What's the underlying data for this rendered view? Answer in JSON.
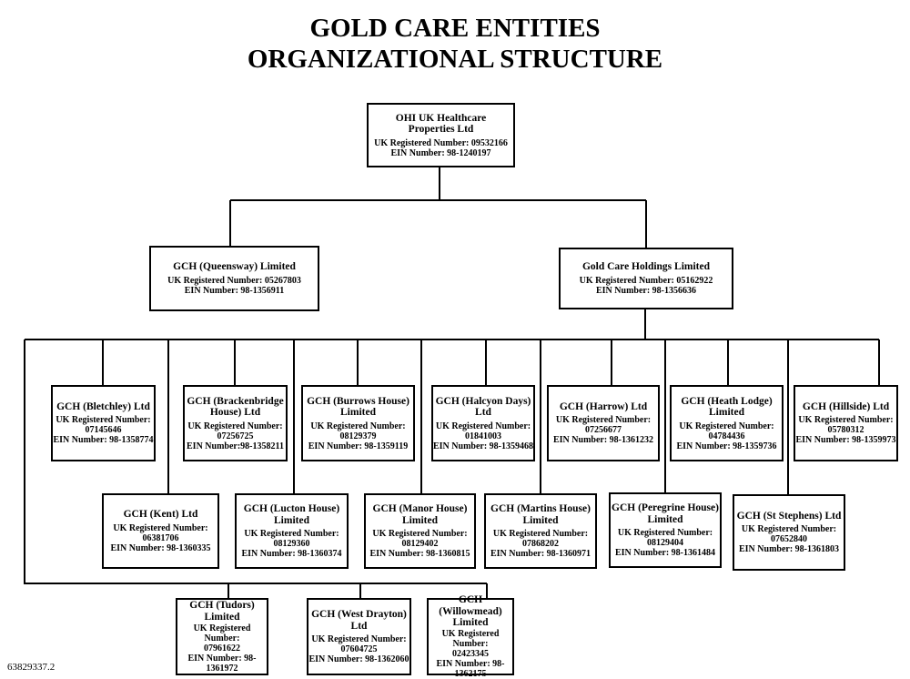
{
  "title": {
    "line1": "GOLD CARE ENTITIES",
    "line2": "ORGANIZATIONAL STRUCTURE"
  },
  "footer": "63829337.2",
  "entities": {
    "ohi": {
      "name_lines": [
        "OHI UK Healthcare",
        "Properties Ltd"
      ],
      "reg": "UK Registered Number: 09532166",
      "ein": "EIN Number: 98-1240197"
    },
    "queensway": {
      "name_lines": [
        "GCH (Queensway) Limited"
      ],
      "reg": "UK Registered Number: 05267803",
      "ein": "EIN Number: 98-1356911"
    },
    "goldcare": {
      "name_lines": [
        "Gold Care Holdings Limited"
      ],
      "reg": "UK Registered Number: 05162922",
      "ein": "EIN Number: 98-1356636"
    },
    "bletchley": {
      "name_lines": [
        "GCH (Bletchley) Ltd"
      ],
      "reg_label": "UK Registered Number:",
      "reg_number": "07145646",
      "ein": "EIN Number: 98-1358774"
    },
    "brackenbridge": {
      "name_lines": [
        "GCH (Brackenbridge",
        "House) Ltd"
      ],
      "reg_label": "UK Registered Number:",
      "reg_number": "07256725",
      "ein": "EIN Number:98-1358211"
    },
    "burrows": {
      "name_lines": [
        "GCH (Burrows House)",
        "Limited"
      ],
      "reg_label": "UK Registered Number:",
      "reg_number": "08129379",
      "ein": "EIN Number: 98-1359119"
    },
    "halcyon": {
      "name_lines": [
        "GCH (Halcyon Days)",
        "Ltd"
      ],
      "reg_label": "UK Registered Number:",
      "reg_number": "01841003",
      "ein": "EIN Number: 98-1359468"
    },
    "harrow": {
      "name_lines": [
        "GCH (Harrow) Ltd"
      ],
      "reg_label": "UK Registered Number:",
      "reg_number": "07256677",
      "ein": "EIN Number: 98-1361232"
    },
    "heath": {
      "name_lines": [
        "GCH (Heath Lodge)",
        "Limited"
      ],
      "reg_label": "UK Registered Number:",
      "reg_number": "04784436",
      "ein": "EIN Number: 98-1359736"
    },
    "hillside": {
      "name_lines": [
        "GCH (Hillside) Ltd"
      ],
      "reg_label": "UK Registered Number:",
      "reg_number": "05780312",
      "ein": "EIN Number: 98-1359973"
    },
    "kent": {
      "name_lines": [
        "GCH (Kent) Ltd"
      ],
      "reg_label": "UK Registered Number:",
      "reg_number": "06381706",
      "ein": "EIN Number: 98-1360335"
    },
    "lucton": {
      "name_lines": [
        "GCH (Lucton House)",
        "Limited"
      ],
      "reg_label": "UK Registered Number:",
      "reg_number": "08129360",
      "ein": "EIN Number: 98-1360374"
    },
    "manor": {
      "name_lines": [
        "GCH (Manor House)",
        "Limited"
      ],
      "reg_label": "UK Registered Number:",
      "reg_number": "08129402",
      "ein": "EIN Number: 98-1360815"
    },
    "martins": {
      "name_lines": [
        "GCH (Martins House)",
        "Limited"
      ],
      "reg_label": "UK Registered Number:",
      "reg_number": "07868202",
      "ein": "EIN Number: 98-1360971"
    },
    "peregrine": {
      "name_lines": [
        "GCH (Peregrine House)",
        "Limited"
      ],
      "reg_label": "UK Registered Number:",
      "reg_number": "08129404",
      "ein": "EIN Number: 98-1361484"
    },
    "ststephens": {
      "name_lines": [
        "GCH (St Stephens) Ltd"
      ],
      "reg_label": "UK Registered Number:",
      "reg_number": "07652840",
      "ein": "EIN Number: 98-1361803"
    },
    "tudors": {
      "name_lines": [
        "GCH (Tudors) Limited"
      ],
      "reg_label": "UK Registered Number:",
      "reg_number": "07961622",
      "ein": "EIN Number: 98-1361972"
    },
    "westdrayton": {
      "name_lines": [
        "GCH (West Drayton)",
        "Ltd"
      ],
      "reg_label": "UK Registered Number:",
      "reg_number": "07604725",
      "ein": "EIN Number: 98-1362060"
    },
    "willowmead": {
      "name_lines": [
        "GCH (Willowmead)",
        "Limited"
      ],
      "reg_label": "UK Registered Number:",
      "reg_number": "02423345",
      "ein": "EIN Number: 98-1362175"
    }
  }
}
